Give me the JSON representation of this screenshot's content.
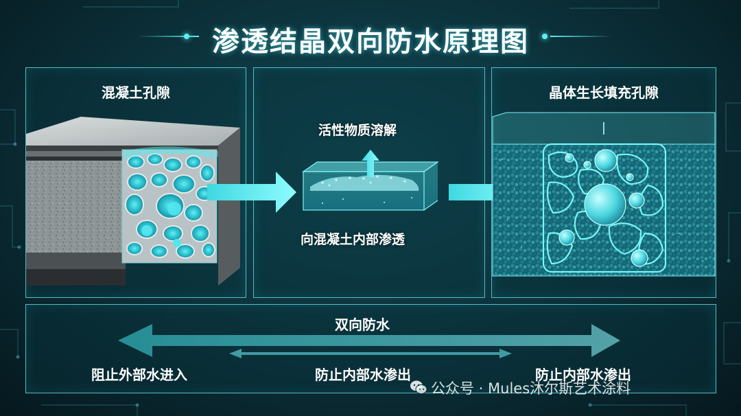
{
  "title": "渗透结晶双向防水原理图",
  "panels": {
    "left": {
      "title": "混凝土孔隙"
    },
    "middle": {
      "label_top": "活性物质溶解",
      "label_bottom": "向混凝土内部渗透"
    },
    "right": {
      "title": "晶体生长填充孔隙"
    }
  },
  "bottom": {
    "title": "双向防水",
    "left_label": "阻止外部水进入",
    "center_label": "防止内部水渗出",
    "right_label": "防止内部水渗出"
  },
  "watermark": "公众号 · Mules沐尔斯艺术涂料",
  "colors": {
    "accent": "#5df0f0",
    "background": "#0b2f38",
    "frame": "#6eebf5"
  },
  "icons": [
    "wechat-icon"
  ]
}
